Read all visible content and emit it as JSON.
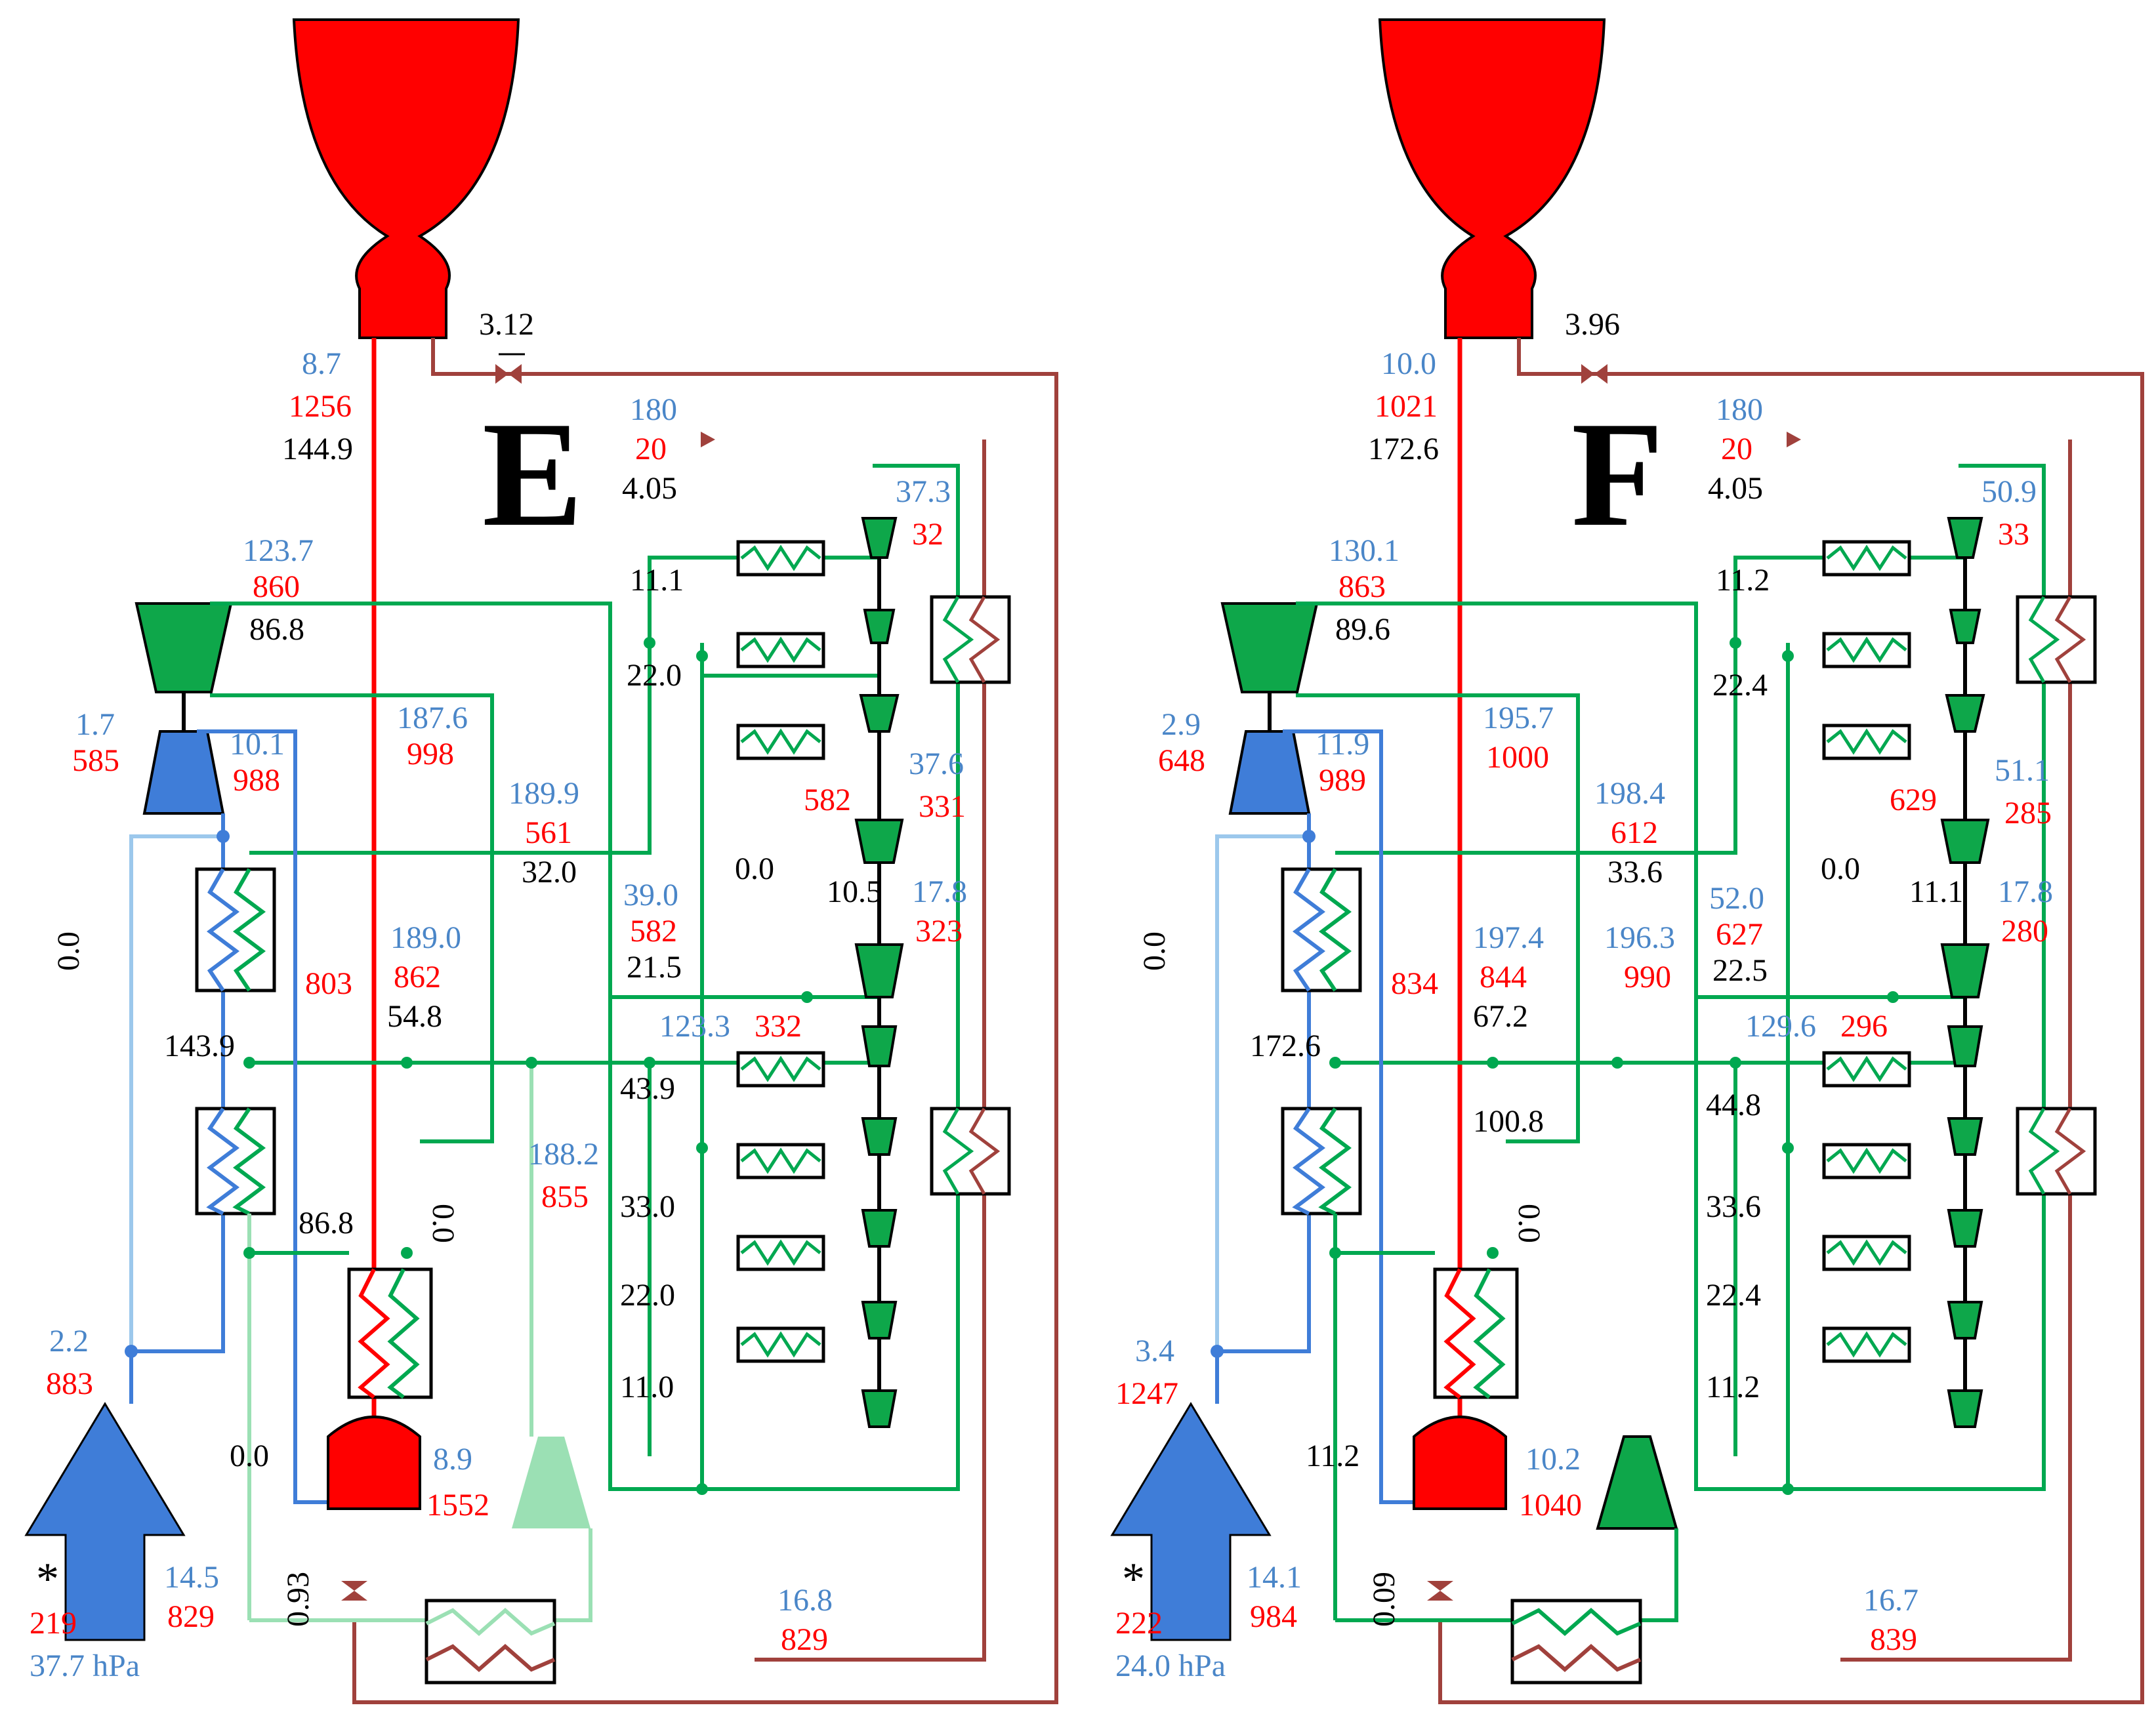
{
  "colors": {
    "exhaust_red": "#ff0000",
    "water_green": "#00a850",
    "pump_green": "#0ea74a",
    "light_green": "#9be0b4",
    "condensate_blue": "#3f7dd8",
    "light_blue": "#9cc8ec",
    "fuel_brown": "#a0413c",
    "label_blue": "#4a86c8",
    "label_red": "#ff0000"
  },
  "icons": [
    "nozzle-icon",
    "valve-icon",
    "heat-exchanger-icon",
    "pump-icon",
    "turbine-icon",
    "arrow-icon"
  ],
  "panels": [
    {
      "label": "E",
      "top": {
        "t_blue": "8.7",
        "t_red": "1256",
        "t_black": "144.9",
        "valve_value": "3.12"
      },
      "fuel_in": {
        "blue": "180",
        "red": "20",
        "black": "4.05"
      },
      "turbine": {
        "blue": "123.7",
        "red": "860",
        "black": "86.8"
      },
      "small_pump_in": {
        "blue": "1.7",
        "red": "585"
      },
      "small_pump_out": {
        "blue": "10.1",
        "red": "988"
      },
      "mid1": {
        "blue": "187.6",
        "red": "998"
      },
      "mid2": {
        "blue": "189.9",
        "red": "561",
        "black": "32.0"
      },
      "mid3": {
        "blue": "189.0",
        "red": "862",
        "black": "54.8"
      },
      "extra": {
        "black": "",
        "blue": "",
        "red": ""
      },
      "mid4": {
        "blue": "188.2",
        "red": "855"
      },
      "hx_label": {
        "red": "803",
        "black": "143.9"
      },
      "left_valve": "0.0",
      "mid_valve": "0.0",
      "bottom_left_black": "86.8",
      "p1": "11.1",
      "p2": "22.0",
      "p3": "43.9",
      "p4": "33.0",
      "p5": "22.0",
      "p6": "11.0",
      "right_top": {
        "blue": "37.3",
        "red": "32"
      },
      "right_hx": {
        "blue": "37.6",
        "red": "331"
      },
      "pump_582": "582",
      "pump_10": "10.5",
      "valve_right": "0.0",
      "right_mid": {
        "blue": "39.0",
        "red": "582",
        "black": "21.5"
      },
      "right_mid2": {
        "blue": "17.8",
        "red": "323"
      },
      "right_low": {
        "blue": "123.3",
        "red": "332"
      },
      "inlet": {
        "blue": "2.2",
        "red": "883"
      },
      "pump_out": {
        "black": "0.0"
      },
      "burner": {
        "blue": "8.9",
        "red": "1552"
      },
      "bottom_valve": "0.93",
      "bottom_hx": {
        "blue": "14.5",
        "red": "829"
      },
      "bottom_right": {
        "blue": "16.8",
        "red": "829"
      },
      "amb": {
        "star": "*",
        "red": "219",
        "blue": "37.7 hPa"
      },
      "light_pump": true
    },
    {
      "label": "F",
      "top": {
        "t_blue": "10.0",
        "t_red": "1021",
        "t_black": "172.6",
        "valve_value": "3.96"
      },
      "fuel_in": {
        "blue": "180",
        "red": "20",
        "black": "4.05"
      },
      "turbine": {
        "blue": "130.1",
        "red": "863",
        "black": "89.6"
      },
      "small_pump_in": {
        "blue": "2.9",
        "red": "648"
      },
      "small_pump_out": {
        "blue": "11.9",
        "red": "989"
      },
      "mid1": {
        "blue": "195.7",
        "red": "1000"
      },
      "mid2": {
        "blue": "198.4",
        "red": "612",
        "black": "33.6"
      },
      "mid3": {
        "blue": "197.4",
        "red": "844",
        "black": "67.2"
      },
      "extra": {
        "black": "100.8",
        "blue": "",
        "red": ""
      },
      "mid4": {
        "blue": "196.3",
        "red": "990"
      },
      "hx_label": {
        "red": "834",
        "black": "172.6"
      },
      "left_valve": "0.0",
      "mid_valve": "0.0",
      "bottom_left_black": "11.2",
      "p1": "11.2",
      "p2": "22.4",
      "p3": "44.8",
      "p4": "33.6",
      "p5": "22.4",
      "p6": "11.2",
      "right_top": {
        "blue": "50.9",
        "red": "33"
      },
      "right_hx": {
        "blue": "51.1",
        "red": "285"
      },
      "pump_582": "629",
      "pump_10": "11.1",
      "valve_right": "0.0",
      "right_mid": {
        "blue": "52.0",
        "red": "627",
        "black": "22.5"
      },
      "right_mid2": {
        "blue": "17.8",
        "red": "280"
      },
      "right_low": {
        "blue": "129.6",
        "red": "296"
      },
      "inlet": {
        "blue": "3.4",
        "red": "1247"
      },
      "pump_out": {
        "black": ""
      },
      "burner": {
        "blue": "10.2",
        "red": "1040"
      },
      "bottom_valve": "0.09",
      "bottom_hx": {
        "blue": "14.1",
        "red": "984"
      },
      "bottom_right": {
        "blue": "16.7",
        "red": "839"
      },
      "amb": {
        "star": "*",
        "red": "222",
        "blue": "24.0 hPa"
      },
      "light_pump": false
    }
  ]
}
